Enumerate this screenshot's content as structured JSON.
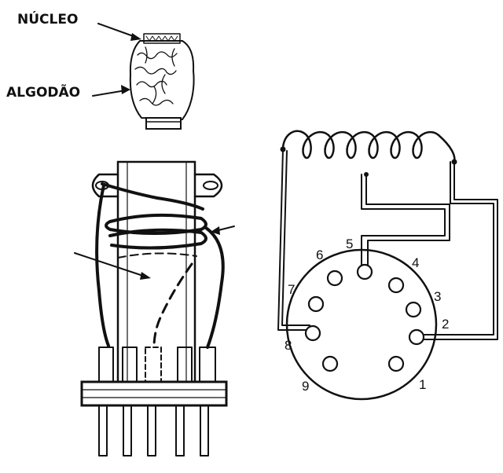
{
  "labels": {
    "core": "NÚCLEO",
    "cotton": "ALGODÃO"
  },
  "socket": {
    "pins": [
      {
        "num": "1"
      },
      {
        "num": "2"
      },
      {
        "num": "3"
      },
      {
        "num": "4"
      },
      {
        "num": "5"
      },
      {
        "num": "6"
      },
      {
        "num": "7"
      },
      {
        "num": "8"
      },
      {
        "num": "9"
      }
    ]
  },
  "colors": {
    "ink": "#111111",
    "paper": "#ffffff"
  }
}
